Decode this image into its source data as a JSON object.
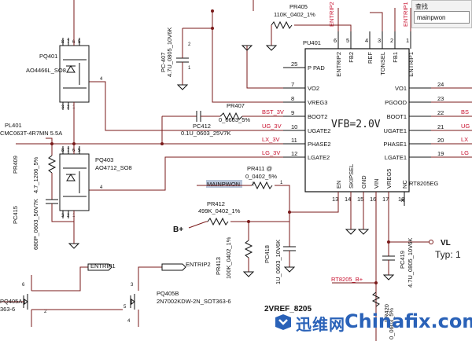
{
  "find_panel": {
    "title": "查找",
    "value": "mainpwon"
  },
  "watermark": {
    "logo_text": "迅维网",
    "site_text": "Chinafix.com"
  },
  "controller": {
    "ref": "PU401",
    "part": "RT8205EG",
    "vfb_label": "VFB=2.0V",
    "left_pins": [
      {
        "num": "25",
        "name": "P PAD"
      },
      {
        "num": "7",
        "name": "VO2"
      },
      {
        "num": "8",
        "name": "VREG3"
      },
      {
        "num": "9",
        "name": "BOOT2"
      },
      {
        "num": "10",
        "name": "UGATE2"
      },
      {
        "num": "11",
        "name": "PHASE2"
      },
      {
        "num": "12",
        "name": "LGATE2"
      }
    ],
    "right_pins": [
      {
        "num": "24",
        "name": "VO1"
      },
      {
        "num": "23",
        "name": "PGOOD"
      },
      {
        "num": "22",
        "name": "BOOT1"
      },
      {
        "num": "21",
        "name": "UGATE1"
      },
      {
        "num": "20",
        "name": "PHASE1"
      },
      {
        "num": "19",
        "name": "LGATE1"
      }
    ],
    "top_pins": [
      {
        "num": "6",
        "name": "ENTRIP2"
      },
      {
        "num": "5",
        "name": "FB2"
      },
      {
        "num": "4",
        "name": "REF"
      },
      {
        "num": "3",
        "name": "TONSEL"
      },
      {
        "num": "2",
        "name": "FB1"
      },
      {
        "num": "1",
        "name": "ENTRIP1"
      }
    ],
    "bottom_pins": [
      {
        "num": "13",
        "name": "EN"
      },
      {
        "num": "14",
        "name": "SKIPSEL"
      },
      {
        "num": "15",
        "name": "GND"
      },
      {
        "num": "16",
        "name": "VIN"
      },
      {
        "num": "17",
        "name": "VREG5"
      },
      {
        "num": "18",
        "name": "NC"
      }
    ]
  },
  "components": {
    "pq401": {
      "ref": "PQ401",
      "part": "AO4466L_SO8"
    },
    "pq403": {
      "ref": "PQ403",
      "part": "AO4712_SO8"
    },
    "pq405a": {
      "ref": "PQ405A",
      "part": "363-6"
    },
    "pq405b": {
      "ref": "PQ405B",
      "part": "2N7002KDW-2N_SOT363-6"
    },
    "pl401": {
      "ref": "PL401",
      "part": "CMC063T-4R7MN 5.5A"
    },
    "pr405": {
      "ref": "PR405",
      "part": "110K_0402_1%"
    },
    "pr407": {
      "ref": "PR407",
      "part": "0_0603_5%"
    },
    "pr409": {
      "ref": "PR409",
      "part": "4.7_1206_5%"
    },
    "pr411": {
      "ref": "PR411 @",
      "part": "0_0402_5%"
    },
    "pr412": {
      "ref": "PR412",
      "part": "499K_0402_1%"
    },
    "pr413": {
      "ref": "PR413",
      "part": "100K_0402_1%"
    },
    "pr420": {
      "ref": "PR420",
      "part": "0_0603_5%"
    },
    "pc407": {
      "ref": "PC-407",
      "part": "4.7U_0805_10V6K"
    },
    "pc412": {
      "ref": "PC412",
      "part": "0.1U_0603_25V7K"
    },
    "pc415": {
      "ref": "PC415",
      "part": "680P_0603_50V7K"
    },
    "pc418": {
      "ref": "PC418",
      "part": "1U_0603_10V6K"
    },
    "pc419": {
      "ref": "PC419",
      "part": "4.7U_0805_10V6K"
    }
  },
  "nets": {
    "bst_3v": "BST_3V",
    "ug_3v": "UG_3V",
    "lx_3v": "LX_3V",
    "lg_3v": "LG_3V",
    "bs_right": "BS",
    "ug_right": "UG",
    "lx_right": "LX",
    "lg_right": "LG",
    "mainpwon": "MAINPWON",
    "bplus": "B+",
    "vl": "VL",
    "typ": "Typ: 1",
    "rt8205_bplus": "RT8205_B+",
    "twovref": "2VREF_8205",
    "entrip1": "ENTRIP1",
    "entrip2": "ENTRIP2",
    "entrip2_top": "ENTRIP2",
    "entrip1_top": "ENTRIP1"
  }
}
